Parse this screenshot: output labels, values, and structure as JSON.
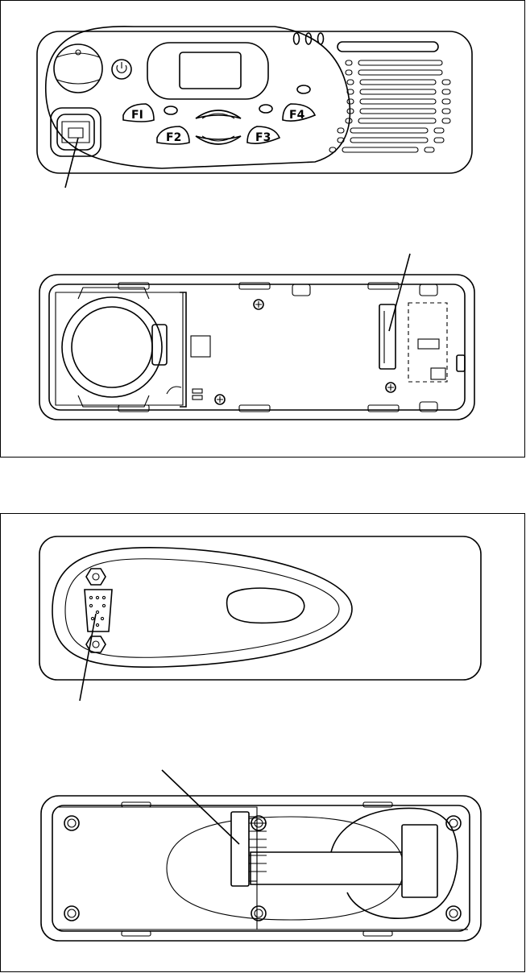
{
  "control_head_front": {
    "buttons": [
      {
        "id": "f1",
        "label": "FI"
      },
      {
        "id": "f2",
        "label": "F2"
      },
      {
        "id": "f3",
        "label": "F3"
      },
      {
        "id": "f4",
        "label": "F4"
      }
    ]
  }
}
